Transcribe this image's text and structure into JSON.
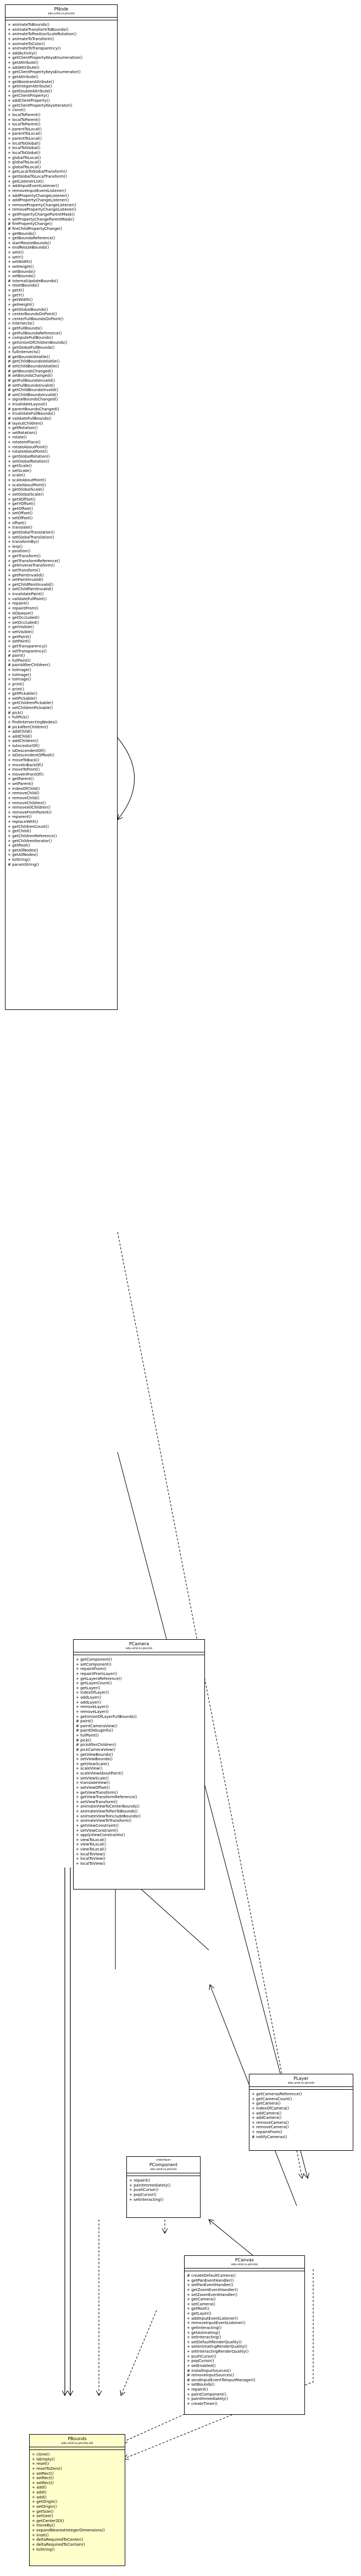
{
  "classes": {
    "pnode": {
      "name": "PNode",
      "package": "edu.umd.cs.piccolo",
      "methods": [
        "+ animateToBounds()",
        "+ animateTransformToBounds()",
        "+ animateToPositionScaleRotation()",
        "+ animateToTransform()",
        "+ animateToColor()",
        "+ animateToTransparency()",
        "+ addActivity()",
        "+ getClientPropertyKeysEnumeration()",
        "+ getAttribute()",
        "+ addAttribute()",
        "+ getClientPropertyKeysEnumerator()",
        "+ getAttribute()",
        "+ getBooleanAttribute()",
        "+ getIntegerAttribute()",
        "+ getDoubleAttribute()",
        "+ getClientProperty()",
        "+ addClientProperty()",
        "+ getClientPropertyKeysIterator()",
        "+ clone()",
        "+ localToParent()",
        "+ localToParent()",
        "+ localToParent()",
        "+ parentToLocal()",
        "+ parentToLocal()",
        "+ parentToLocal()",
        "+ localToGlobal()",
        "+ localToGlobal()",
        "+ localToGlobal()",
        "+ globalToLocal()",
        "+ globalToLocal()",
        "+ globalToLocal()",
        "+ getLocalToGlobalTransform()",
        "+ getGlobalToLocalTransform()",
        "+ getListenerList()",
        "+ addInputEventListener()",
        "+ removeInputEventListener()",
        "+ addPropertyChangeListener()",
        "+ addPropertyChangeListener()",
        "+ removePropertyChangeListener()",
        "+ removePropertyChangeListener()",
        "+ getPropertyChangeParentMask()",
        "+ setPropertyChangeParentMask()",
        "# firePropertyChange()",
        "# fireChildPropertyChange()",
        "+ getBounds()",
        "+ getBoundsReference()",
        "+ startResizeBounds()",
        "+ endResizeBounds()",
        "+ setX()",
        "+ setY()",
        "+ setWidth()",
        "+ setHeight()",
        "+ setBounds()",
        "+ setBounds()",
        "# internalUpdateBounds()",
        "+ resetBounds()",
        "+ getX()",
        "+ getY()",
        "+ getWidth()",
        "+ getHeight()",
        "+ getGlobalBounds()",
        "+ centerBoundsOnPoint()",
        "+ centerFullBoundsOnPoint()",
        "+ intersects()",
        "+ getFullBounds()",
        "+ getFullBoundsReference()",
        "+ computeFullBounds()",
        "+ getUnionOfChildrenBounds()",
        "+ getGlobalFullBounds()",
        "+ fullIntersects()",
        "# getBoundsVolatile()",
        "# getChildBoundsVolatile()",
        "# setChildBoundsVolatile()",
        "# getBoundsChanged()",
        "# setBoundsChanged()",
        "# getFullBoundsInvalid()",
        "# setFullBoundsInvalid()",
        "# getChildBoundsInvalid()",
        "# setChildBoundsInvalid()",
        "+ signalBoundsChanged()",
        "+ invalidateLayout()",
        "# parentBoundsChanged()",
        "+ invalidateFullBounds()",
        "# validateFullBounds()",
        "# layoutChildren()",
        "+ getRotation()",
        "+ setRotation()",
        "+ rotate()",
        "+ rotateInPlace()",
        "+ rotateAboutPoint()",
        "+ rotateAboutPoint()",
        "+ getGlobalRotation()",
        "+ setGlobalRotation()",
        "+ getScale()",
        "+ setScale()",
        "+ scale()",
        "+ scaleAboutPoint()",
        "+ scaleAboutPoint()",
        "+ getGlobalScale()",
        "+ setGlobalScale()",
        "+ getXOffset()",
        "+ getYOffset()",
        "+ getOffset()",
        "+ setOffset()",
        "+ setOffset()",
        "+ offset()",
        "+ translate()",
        "+ getGlobalTranslation()",
        "+ setGlobalTranslation()",
        "+ transformBy()",
        "+ lerp()",
        "+ position()",
        "+ getTransform()",
        "+ getTransformReference()",
        "+ getInverseTransform()",
        "+ setTransform()",
        "+ getPaintInvalid()",
        "+ setPaintInvalid()",
        "+ getChildPaintInvalid()",
        "+ setChildPaintInvalid()",
        "+ invalidatePaint()",
        "+ validateFullPaint()",
        "+ repaint()",
        "+ repaintFrom()",
        "+ isOpaque()",
        "+ getOccluded()",
        "+ setOccluded()",
        "+ getVisible()",
        "+ setVisible()",
        "+ getPaint()",
        "+ setPaint()",
        "+ getTransparency()",
        "+ setTransparency()",
        "# paint()",
        "+ fullPaint()",
        "# paintAfterChildren()",
        "+ toImage()",
        "+ toImage()",
        "+ toImage()",
        "+ print()",
        "+ print()",
        "+ getPickable()",
        "+ setPickable()",
        "+ getChildrenPickable()",
        "+ setChildrenPickable()",
        "# pick()",
        "+ fullPick()",
        "+ findIntersectingNodes()",
        "# pickAfterChildren()",
        "+ addChild()",
        "+ addChild()",
        "+ addChildren()",
        "+ isAncestorOf()",
        "+ isDescendentOf()",
        "+ isDescendentOfRoot()",
        "+ moveToBack()",
        "+ moveInBackOf()",
        "+ moveToFront()",
        "+ moveInFrontOf()",
        "+ getParent()",
        "+ setParent()",
        "+ indexOfChild()",
        "+ removeChild()",
        "+ removeChild()",
        "+ removeChildren()",
        "+ removeAllChildren()",
        "+ removeFromParent()",
        "+ reparent()",
        "+ replaceWith()",
        "+ getChildrenCount()",
        "+ getChild()",
        "+ getChildrenReference()",
        "+ getChildrenIterator()",
        "+ getRoot()",
        "+ getAllNodes()",
        "+ getAllNodes()",
        "+ toString()",
        "# paramString()"
      ]
    },
    "pcamera": {
      "name": "PCamera",
      "package": "edu.umd.cs.piccolo",
      "methods": [
        "+ getComponent()",
        "+ setComponent()",
        "+ repaintFrom()",
        "+ repaintFromLayer()",
        "+ getLayersReference()",
        "+ getLayerCount()",
        "+ getLayer()",
        "+ indexOfLayer()",
        "+ addLayer()",
        "+ addLayer()",
        "+ removeLayer()",
        "+ removeLayer()",
        "+ getUnionOfLayerFullBounds()",
        "# paint()",
        "# paintCameraView()",
        "# paintDebugInfo()",
        "+ fullPaint()",
        "# pick()",
        "# pickAfterChildren()",
        "# pickCameraView()",
        "+ getViewBounds()",
        "+ setViewBounds()",
        "+ getViewScale()",
        "+ scaleView()",
        "+ scaleViewAboutPoint()",
        "+ setViewScale()",
        "+ translateView()",
        "+ setViewOffset()",
        "+ getViewTransform()",
        "+ getViewTransformReference()",
        "+ setViewTransform()",
        "+ animateViewToCenterBounds()",
        "+ animateViewToPanToBounds()",
        "+ animateViewToIncludeBounds()",
        "+ animateViewToTransform()",
        "+ getViewConstraint()",
        "+ setViewConstraint()",
        "+ applyViewConstraints()",
        "+ viewToLocal()",
        "+ viewToLocal()",
        "+ viewToLocal()",
        "+ localToView()",
        "+ localToView()",
        "+ localToView()"
      ]
    },
    "player": {
      "name": "PLayer",
      "package": "edu.umd.cs.piccolo",
      "methods": [
        "+ getCamerasReference()",
        "+ getCameraCount()",
        "+ getCamera()",
        "+ indexOfCamera()",
        "+ addCamera()",
        "+ addCamera()",
        "+ removeCamera()",
        "+ removeCamera()",
        "+ repaintFrom()",
        "# notifyCameras()"
      ]
    },
    "pcomponent": {
      "stereotype": "«interface»",
      "name": "PComponent",
      "package": "edu.umd.cs.piccolo",
      "methods": [
        "+ repaint()",
        "+ paintImmediately()",
        "+ pushCursor()",
        "+ popCursor()",
        "+ setInteracting()"
      ]
    },
    "pcanvas": {
      "name": "PCanvas",
      "package": "edu.umd.cs.piccolo",
      "methods": [
        "# createDefaultCamera()",
        "+ getPanEventHandler()",
        "+ setPanEventHandler()",
        "+ getZoomEventHandler()",
        "+ setZoomEventHandler()",
        "+ getCamera()",
        "+ setCamera()",
        "+ getRoot()",
        "+ getLayer()",
        "+ addInputEventListener()",
        "+ removeInputEventListener()",
        "+ getInteracting()",
        "+ getAnimating()",
        "+ setInteracting()",
        "+ setDefaultRenderQuality()",
        "+ setAnimatingRenderQuality()",
        "+ setInteractingRenderQuality()",
        "+ pushCursor()",
        "+ popCursor()",
        "+ setEnabled()",
        "# installInputSources()",
        "# removeInputSources()",
        "# sendInputEventToInputManager()",
        "+ setBounds()",
        "+ repaint()",
        "+ paintComponent()",
        "+ paintImmediately()",
        "+ createTimer()"
      ]
    },
    "pbounds": {
      "name": "PBounds",
      "package": "edu.umd.cs.piccolo.util",
      "methods": [
        "+ clone()",
        "+ isEmpty()",
        "+ reset()",
        "+ resetToZero()",
        "+ setRect()",
        "+ setRect()",
        "+ setRect()",
        "+ add()",
        "+ add()",
        "+ add()",
        "+ getOrigin()",
        "+ setOrigin()",
        "+ getSize()",
        "+ setSize()",
        "+ getCenter2D()",
        "+ moveBy()",
        "+ expandNearestIntegerDimensions()",
        "+ inset()",
        "+ deltaRequiredToCenter()",
        "+ deltaRequiredToContain()",
        "+ toString()"
      ]
    }
  }
}
